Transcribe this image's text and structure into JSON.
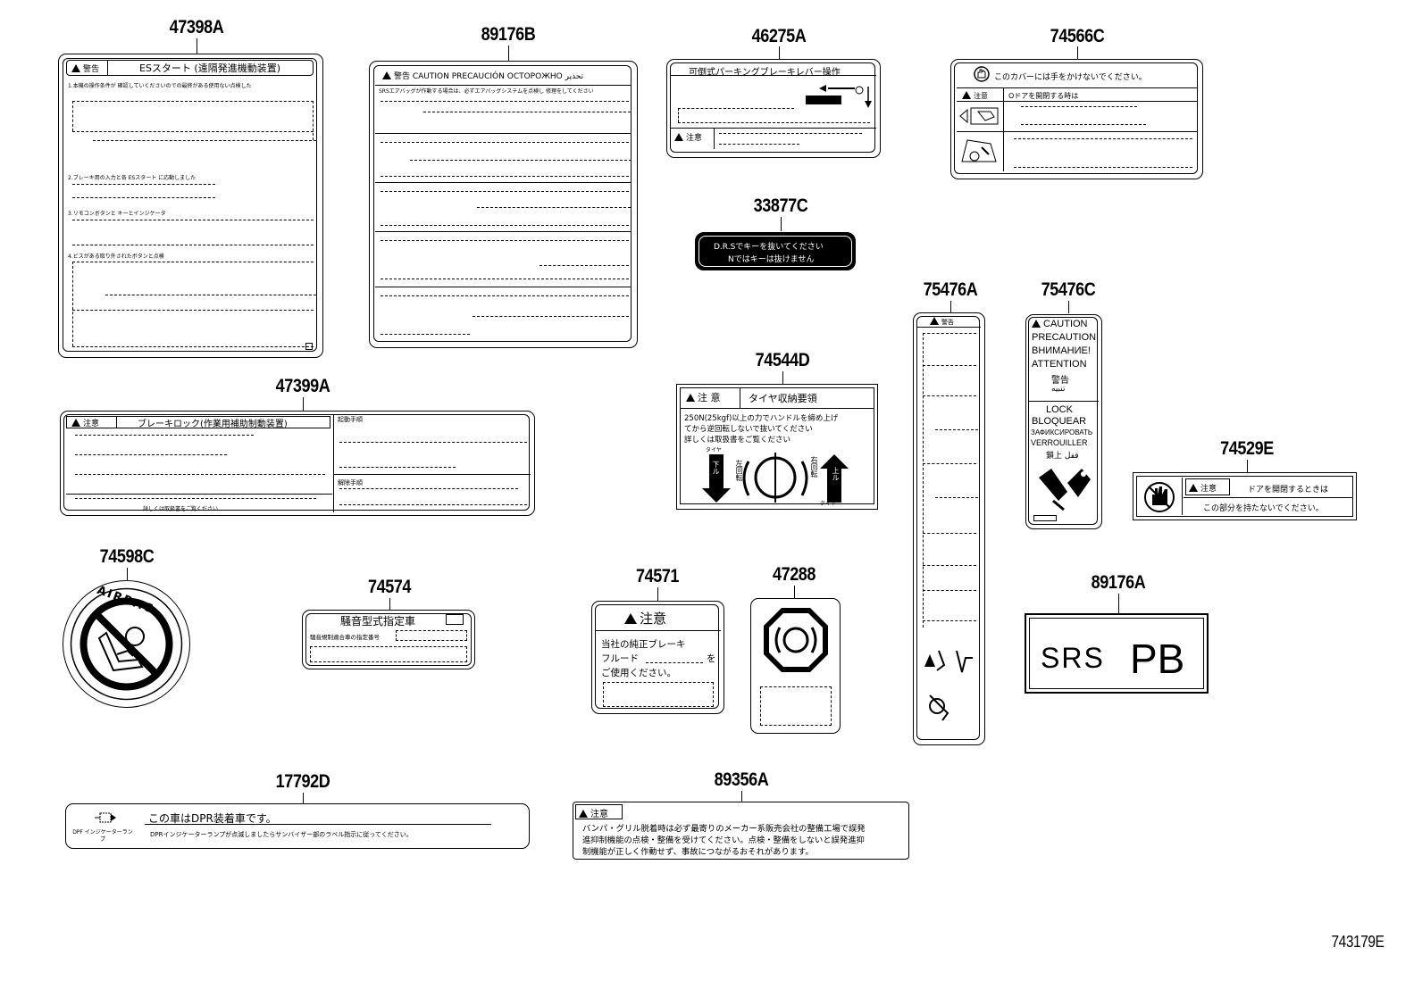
{
  "diagram_ref": "743179E",
  "parts": {
    "p47398A": "47398A",
    "p89176B": "89176B",
    "p46275A": "46275A",
    "p74566C": "74566C",
    "p33877C": "33877C",
    "p47399A": "47399A",
    "p74544D": "74544D",
    "p75476A": "75476A",
    "p75476C": "75476C",
    "p74529E": "74529E",
    "p74598C": "74598C",
    "p74574": "74574",
    "p74571": "74571",
    "p47288": "47288",
    "p89176A": "89176A",
    "p17792D": "17792D",
    "p89356A": "89356A"
  },
  "labels": {
    "l47398A": {
      "warn": "警告",
      "title": "ESスタート (遠隔発進機動装置)",
      "s1": "1.本機の操作条件が 確認していくださいのでの最終がある使用ない点検した",
      "s2": "2.ブレーキ用の入力と各 ESスタート に応動しました",
      "s3": "3.リモコンボタンと キーとインジケータ",
      "s4": "4.ビスがある取り外されたボタンと点検"
    },
    "l89176B": {
      "header": "警告  CAUTION  PRECAUCIÓN  OCTOPOЖHO  تحذير",
      "line1": "SRSエアバッグが作動する場合は、必ずエアバッグシステムを点検し 修理をしてください"
    },
    "l46275A": {
      "title": "可倒式パーキングブレーキレバー操作",
      "caution": "注意"
    },
    "l74566C": {
      "title": "このカバーには手をかけないでください。",
      "caution": "注意",
      "subtitle": "Oドアを開閉する時は"
    },
    "l33877C": {
      "line1": "D.R.Sでキーを抜いてください",
      "line2": "Nではキーは抜けません"
    },
    "l47399A": {
      "caution": "注意",
      "title": "ブレーキロック(作業用補助制動装置)",
      "right1": "起動手順",
      "right2": "解除手順",
      "foot": "詳しくは取扱書をご覧ください"
    },
    "l74544D": {
      "caution": "注 意",
      "title": "タイヤ収納要領",
      "body1": "250N(25kgf)以上の力でハンドルを締め上げ",
      "body2": "てから逆回転しないで抜いてください",
      "body3": "詳しくは取扱書をご覧ください",
      "left_top": "タイヤ",
      "left_arrow": "下ル",
      "left_mid": "左回転",
      "right_mid": "右回転",
      "right_arrow": "上ル",
      "right_bot": "タイヤ"
    },
    "l75476A": {
      "caution": "警告"
    },
    "l75476C": {
      "c1": "CAUTION",
      "c2": "PRECAUTION",
      "c3": "ВНИМАНИЕ!",
      "c4": "ATTENTION",
      "c5": "警告",
      "c6": "تنبيه",
      "c7": "LOCK",
      "c8": "BLOQUEAR",
      "c9": "ЗАФИКСИРОВАТЬ",
      "c10": "VERROUILLER",
      "c11": "鎖上 قفل"
    },
    "l74529E": {
      "caution": "注意",
      "line1": "ドアを開閉するときは",
      "line2": "この部分を持たないでください。"
    },
    "l74598C": {
      "text": "AIRBAG"
    },
    "l74574": {
      "title": "騒音型式指定車",
      "line": "騒音規制適合車の指定番号"
    },
    "l74571": {
      "caution": "注意",
      "l1": "当社の純正ブレーキ",
      "l2": "フルード",
      "l2b": "を",
      "l3": "ご使用ください。"
    },
    "l89176A": {
      "text1": "SRS",
      "text2": "PB"
    },
    "l17792D": {
      "icon_label": "DPF インジケーターランプ",
      "title": "この車はDPR装着車です。",
      "sub": "DPRインジケーターランプが点滅しましたらサンバイザー部のラベル指示に従ってください。"
    },
    "l89356A": {
      "caution": "注意",
      "l1": "バンパ・グリル脱着時は必ず最寄りのメーカー系販売会社の整備工場で誤発",
      "l2": "進抑制機能の点検・整備を受けてください。点検・整備をしないと誤発進抑",
      "l3": "制機能が正しく作動せず、事故につながるおそれがあります。"
    }
  }
}
